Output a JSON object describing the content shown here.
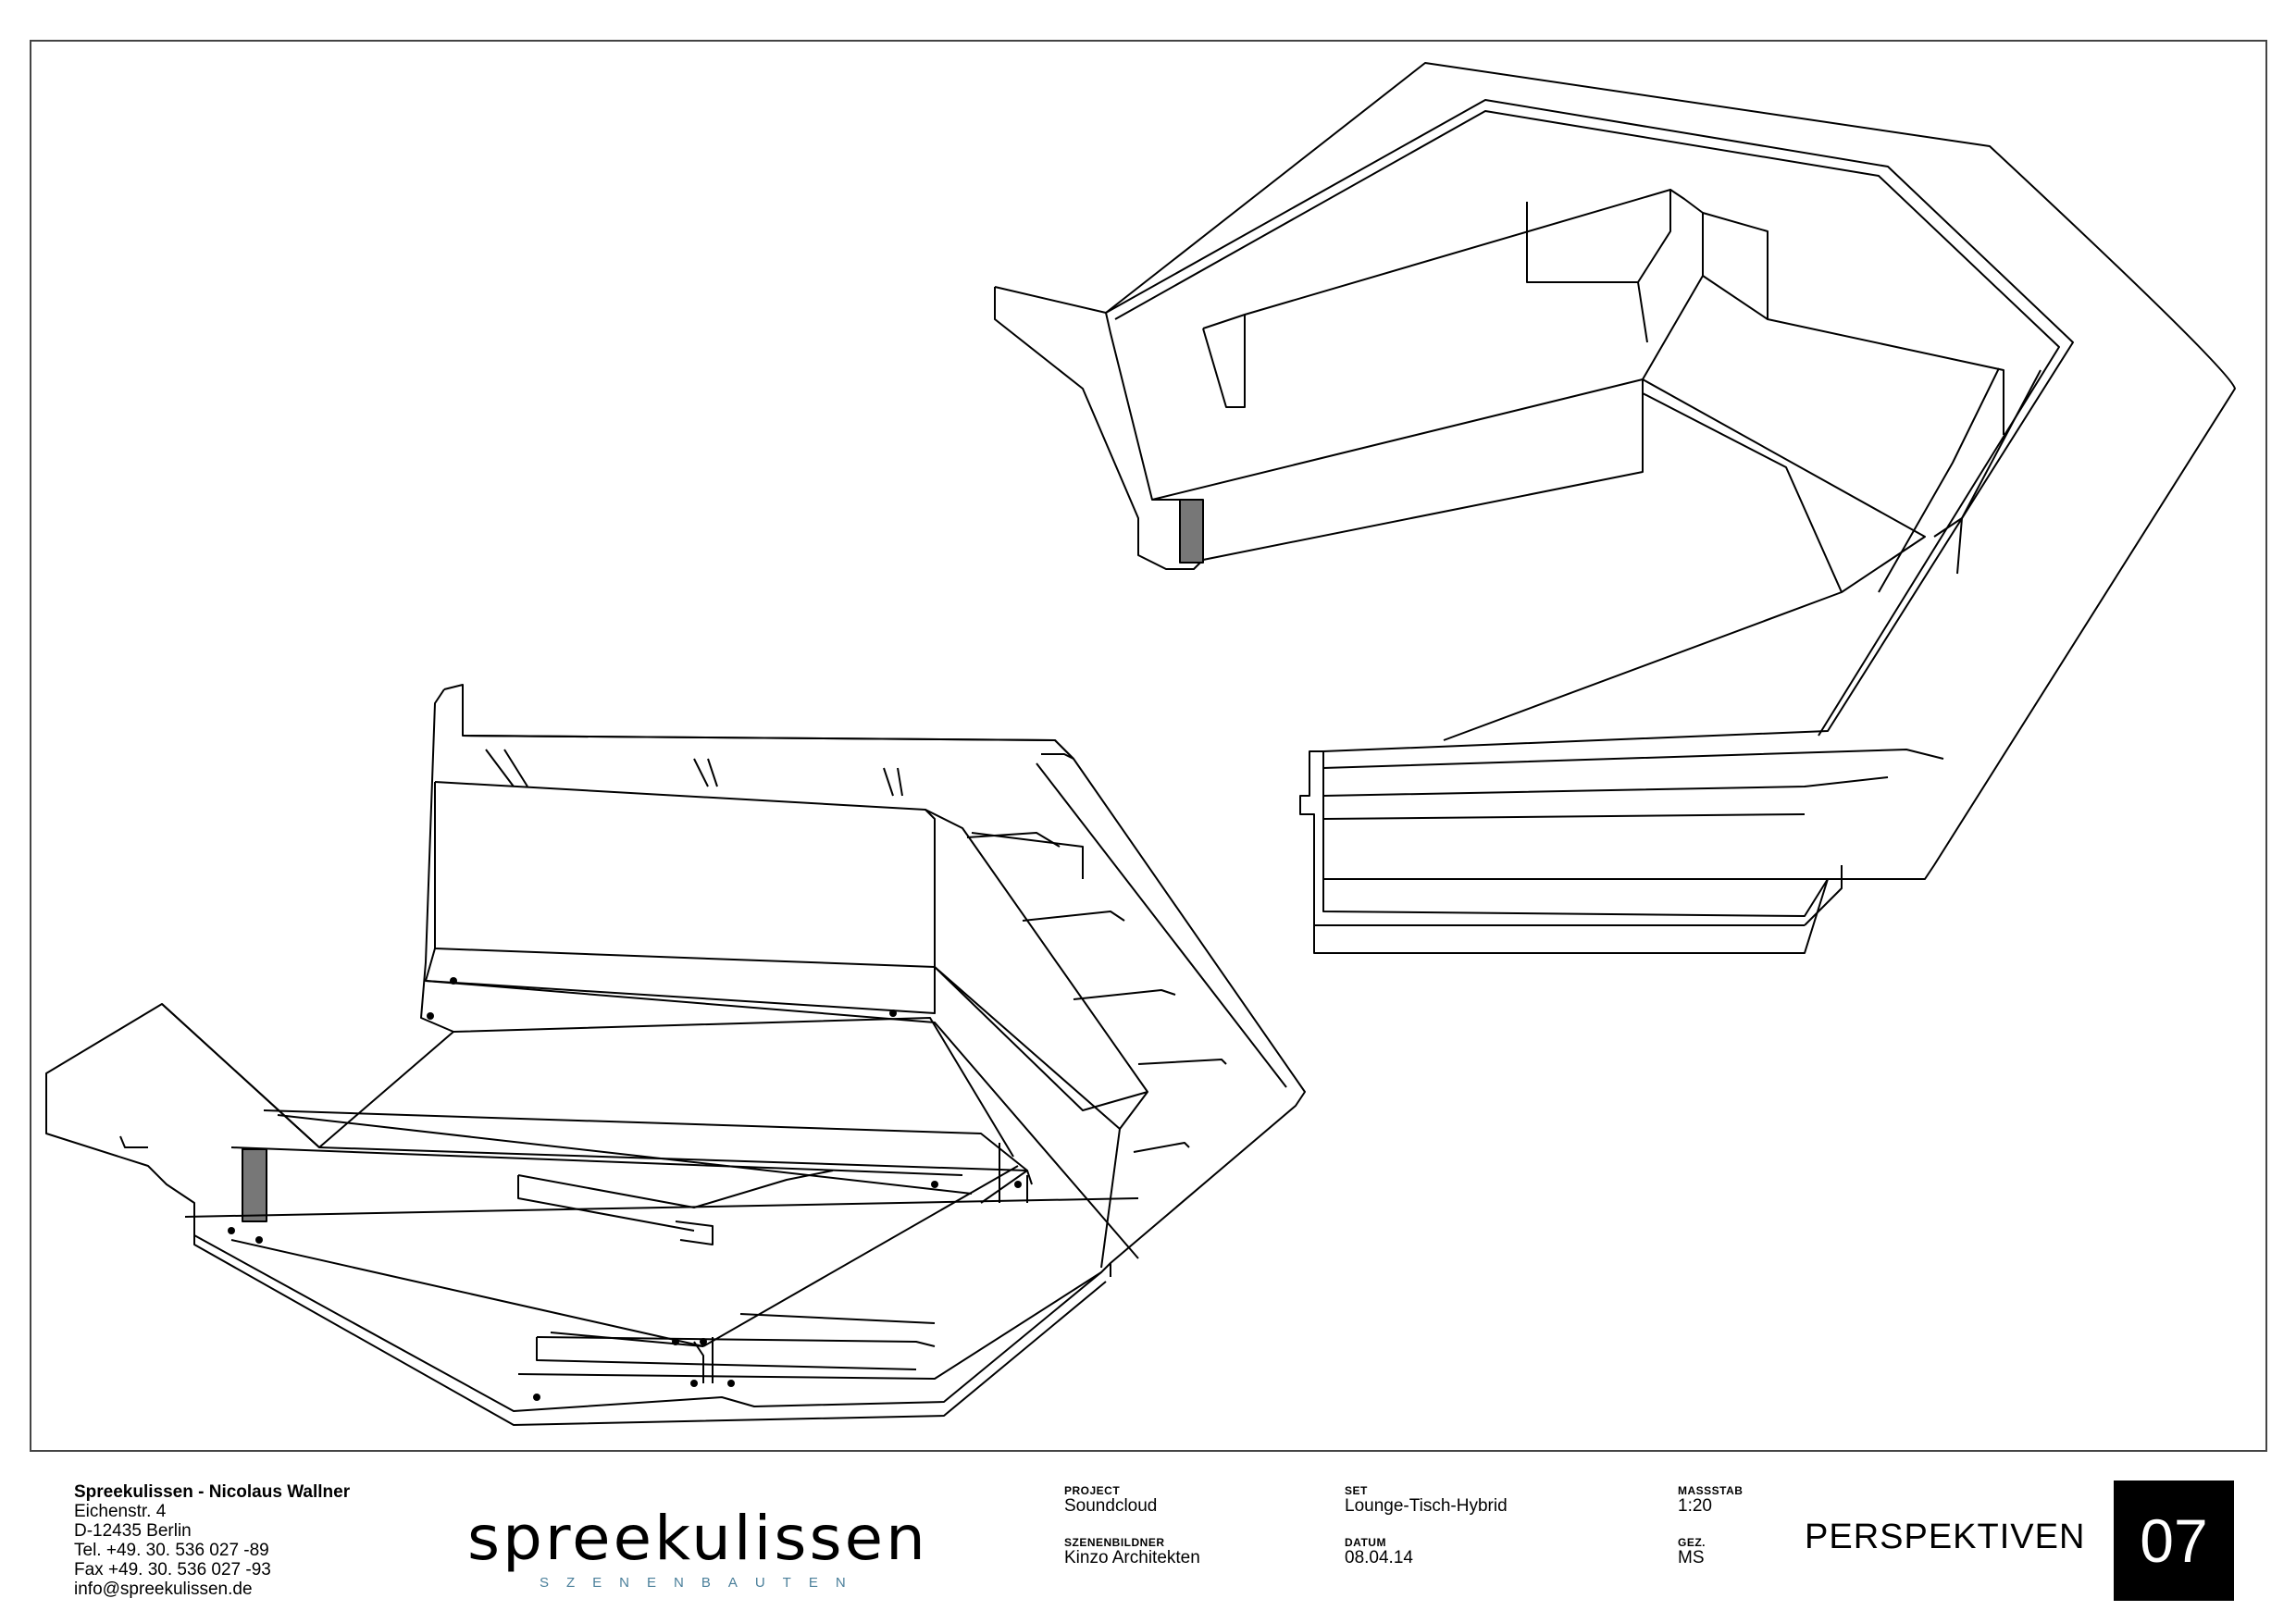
{
  "company": {
    "name": "Spreekulissen - Nicolaus Wallner",
    "street": "Eichenstr. 4",
    "city": "D-12435 Berlin",
    "tel": "Tel. +49. 30. 536 027 -89",
    "fax": "Fax +49. 30. 536 027 -93",
    "email": "info@spreekulissen.de"
  },
  "logo": {
    "wordmark": "spreekulissen",
    "tagline": "SZENENBAUTEN",
    "accent_color": "#4a7f9a"
  },
  "fields": {
    "project_label": "PROJECT",
    "project_value": "Soundcloud",
    "scenenbildner_label": "SZENENBILDNER",
    "scenenbildner_value": "Kinzo Architekten",
    "set_label": "SET",
    "set_value": "Lounge-Tisch-Hybrid",
    "datum_label": "DATUM",
    "datum_value": "08.04.14",
    "massstab_label": "MASSSTAB",
    "massstab_value": "1:20",
    "gez_label": "GEZ.",
    "gez_value": "MS"
  },
  "sheet": {
    "title": "PERSPEKTIVEN",
    "number": "07"
  }
}
